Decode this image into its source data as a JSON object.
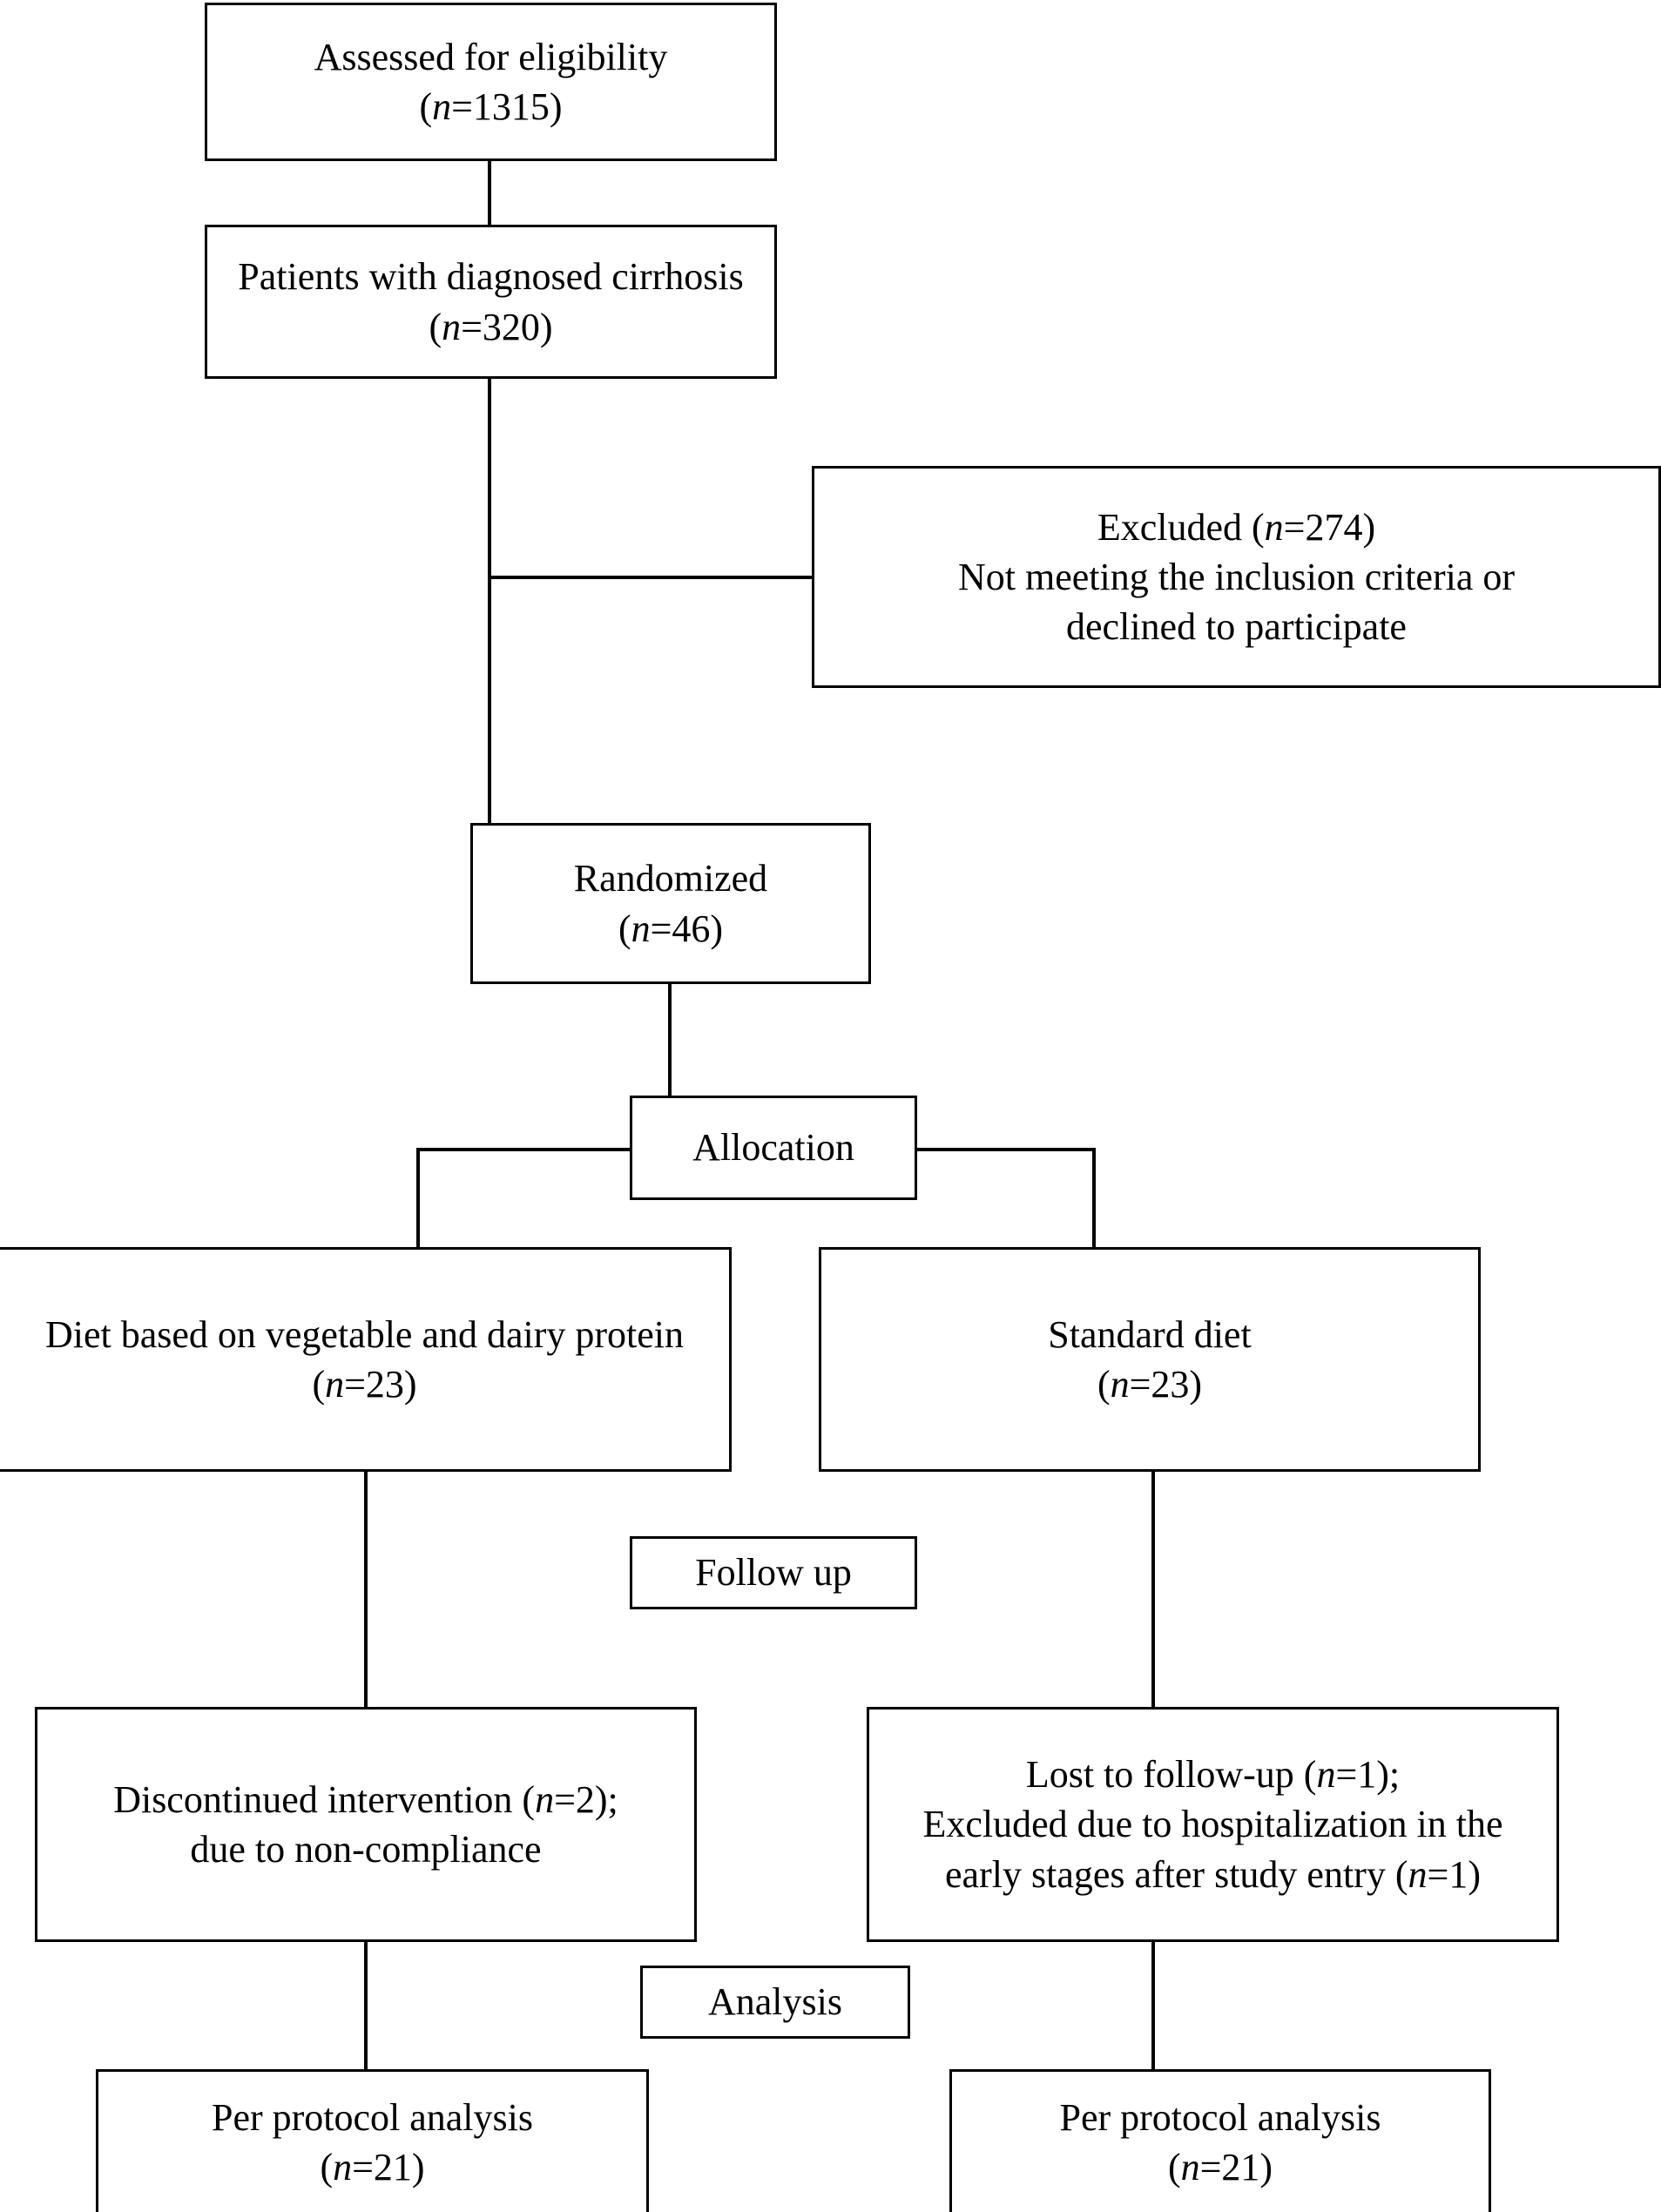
{
  "diagram": {
    "type": "consort-flow-diagram",
    "title": "CONSORT participant flow diagram",
    "colors": {
      "background": "#ffffff",
      "stroke": "#000000",
      "text": "#000000"
    },
    "nodes": [
      {
        "id": "assessed",
        "name": "assessed-for-eligibility-box",
        "lines": [
          "Assessed for eligibility",
          "(n=1315)"
        ],
        "line1": "Assessed for eligibility",
        "count_prefix": "(",
        "count_n": "n",
        "count_value": "=1315)",
        "n": 1315
      },
      {
        "id": "diagnosed",
        "name": "patients-with-diagnosed-cirrhosis-box",
        "lines": [
          "Patients with diagnosed cirrhosis",
          "(n=320)"
        ],
        "line1": "Patients with diagnosed cirrhosis",
        "count_prefix": "(",
        "count_n": "n",
        "count_value": "=320)",
        "n": 320
      },
      {
        "id": "excluded",
        "name": "excluded-box",
        "lines": [
          "Excluded (n=274)",
          "Not meeting the inclusion criteria or",
          "declined to participate"
        ],
        "line1_a": "Excluded (",
        "count_n": "n",
        "line1_b": "=274)",
        "line2": "Not meeting the inclusion criteria or",
        "line3": "declined to participate",
        "n": 274
      },
      {
        "id": "randomized",
        "name": "randomized-box",
        "lines": [
          "Randomized",
          "(n=46)"
        ],
        "line1": "Randomized",
        "count_prefix": "(",
        "count_n": "n",
        "count_value": "=46)",
        "n": 46
      },
      {
        "id": "allocation",
        "name": "allocation-stage-label-box",
        "lines": [
          "Allocation"
        ],
        "line1": "Allocation"
      },
      {
        "id": "arm_intervention",
        "name": "intervention-arm-box",
        "lines": [
          "Diet based on vegetable and dairy protein",
          "(n=23)"
        ],
        "line1": "Diet based on vegetable and dairy protein",
        "count_prefix": "(",
        "count_n": "n",
        "count_value": "=23)",
        "n": 23
      },
      {
        "id": "arm_control",
        "name": "control-arm-box",
        "lines": [
          "Standard diet",
          "(n=23)"
        ],
        "line1": "Standard diet",
        "count_prefix": "(",
        "count_n": "n",
        "count_value": "=23)",
        "n": 23
      },
      {
        "id": "followup",
        "name": "follow-up-stage-label-box",
        "lines": [
          "Follow up"
        ],
        "line1": "Follow up"
      },
      {
        "id": "discontinued",
        "name": "discontinued-intervention-box",
        "lines": [
          "Discontinued intervention (n=2);",
          "due to non-compliance"
        ],
        "line1_a": "Discontinued intervention (",
        "count_n": "n",
        "line1_b": "=2);",
        "line2": "due to non-compliance",
        "n": 2
      },
      {
        "id": "lost",
        "name": "lost-to-follow-up-box",
        "lines": [
          "Lost to follow-up (n=1);",
          "Excluded due to hospitalization in the",
          "early stages after study entry (n=1)"
        ],
        "line1_a": "Lost to follow-up (",
        "count_n": "n",
        "line1_b": "=1);",
        "line2": "Excluded due to hospitalization in the",
        "line3_a": "early stages after study entry (",
        "line3_b": "=1)",
        "n_lost": 1,
        "n_hospitalized": 1
      },
      {
        "id": "analysis",
        "name": "analysis-stage-label-box",
        "lines": [
          "Analysis"
        ],
        "line1": "Analysis"
      },
      {
        "id": "pp_left",
        "name": "per-protocol-analysis-intervention-box",
        "lines": [
          "Per protocol analysis",
          "(n=21)"
        ],
        "line1": "Per protocol analysis",
        "count_prefix": "(",
        "count_n": "n",
        "count_value": "=21)",
        "n": 21
      },
      {
        "id": "pp_right",
        "name": "per-protocol-analysis-control-box",
        "lines": [
          "Per protocol analysis",
          "(n=21)"
        ],
        "line1": "Per protocol analysis",
        "count_prefix": "(",
        "count_n": "n",
        "count_value": "=21)",
        "n": 21
      }
    ]
  }
}
